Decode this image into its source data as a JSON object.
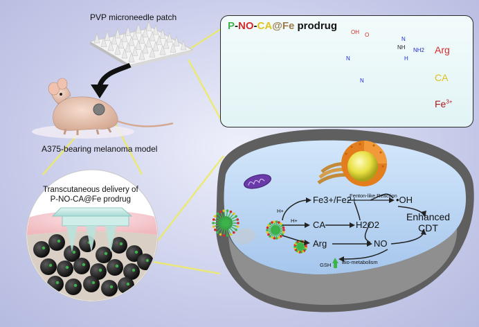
{
  "patch_label": "PVP microneedle patch",
  "model_label": "A375-bearing melanoma model",
  "prodrug_title": {
    "p": "P",
    "dash1": "-",
    "no": "NO",
    "dash2": "-",
    "ca": "CA",
    "at_fe": "@Fe",
    "suffix": " prodrug"
  },
  "components": [
    {
      "label": "Arg",
      "color": "#d42a2a"
    },
    {
      "label": "CA",
      "color": "#d8c21a"
    },
    {
      "label": "Fe",
      "sup": "3+",
      "color": "#b0171c"
    }
  ],
  "arg_struct": {
    "oh": "OH",
    "o": "O",
    "nh": "NH",
    "nh2": "NH2",
    "h": "H",
    "n1": "N",
    "n2": "N"
  },
  "ca_struct": {
    "n": "N"
  },
  "delivery_text_line1": "Transcutaneous delivery of",
  "delivery_text_line2": "P-NO-CA@Fe prodrug",
  "cell": {
    "fe_couple": "Fe3+/Fe2+",
    "fenton": "Fenton-like Reaction",
    "oh_radical": "•OH",
    "enhanced": "Enhanced",
    "cdt": "CDT",
    "ca": "CA",
    "h2o2": "H2O2",
    "arg": "Arg",
    "no": "NO",
    "gsh": "GSH",
    "bio": "Bio-metabolism",
    "h_plus_1": "H+",
    "h_plus_2": "H+"
  },
  "colors": {
    "green": "#3db34a",
    "red": "#d42a2a",
    "yellow": "#e2c51c",
    "bronze": "#8a6a4a"
  }
}
